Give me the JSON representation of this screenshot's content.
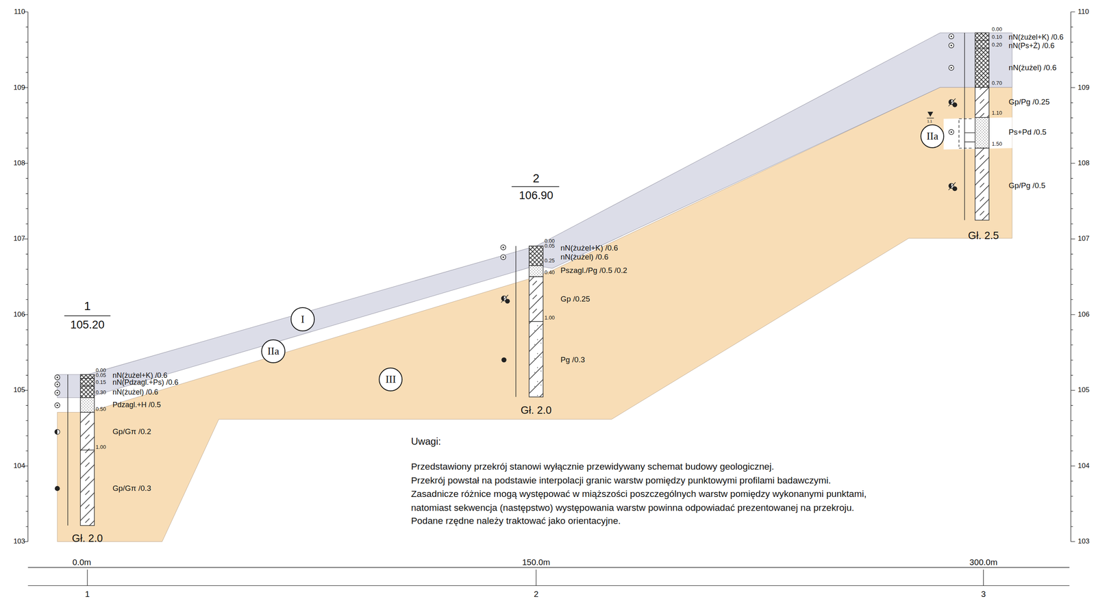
{
  "diagram": {
    "nodes": [
      {
        "text": [
          "I"
        ]
      },
      {
        "text": [
          "IIa"
        ]
      },
      {
        "text": [
          "III"
        ]
      },
      {
        "text": [
          "IIa"
        ]
      }
    ],
    "labels": [
      "110",
      "109",
      "108",
      "107",
      "106",
      "105",
      "104",
      "103",
      "110",
      "109",
      "108",
      "107",
      "106",
      "105",
      "104",
      "103",
      "1",
      "105.20",
      "2",
      "106.90",
      "0.00",
      "0.05",
      "0.15",
      "0.30",
      "0.50",
      "1.00",
      "nN(żużel+K) /0.6",
      "nN(Pdzagl.+Ps) /0.6",
      "nN(żużel) /0.6",
      "Pdzagl.+H /0.5",
      "Gp/Gπ /0.2",
      "Gp/Gπ /0.3",
      "Gł. 2.0",
      "0.00",
      "0.05",
      "0.25",
      "0.40",
      "1.00",
      "nN(żużel+K) /0.6",
      "nN(żużel) /0.6",
      "Pszagl./Pg /0.5 /0.2",
      "Gp /0.25",
      "Pg /0.3",
      "Gł. 2.0",
      "0.00",
      "0.10",
      "0.20",
      "0.70",
      "1.10",
      "1.50",
      "nN(żużel+K) /0.6",
      "nN(Ps+Ż) /0.6",
      "nN(żużel) /0.6",
      "Gp/Pg /0.25",
      "Ps+Pd /0.5",
      "Gp/Pg /0.5",
      "Gł. 2.5",
      "1.1",
      "Uwagi:",
      "Przedstawiony przekrój stanowi wyłącznie przewidywany schemat budowy geologicznej.",
      "Przekrój powstał na podstawie interpolacji granic warstw pomiędzy punktowymi profilami badawczymi.",
      "Zasadnicze różnice mogą występować w miąższości poszczególnych warstw pomiędzy wykonanymi punktami,",
      "natomiast sekwencja (następstwo) występowania warstw powinna odpowiadać prezentowanej na przekroju.",
      "Podane rzędne należy traktować jako orientacyjne.",
      "0.0m",
      "150.0m",
      "300.0m",
      "1",
      "2",
      "3"
    ]
  }
}
